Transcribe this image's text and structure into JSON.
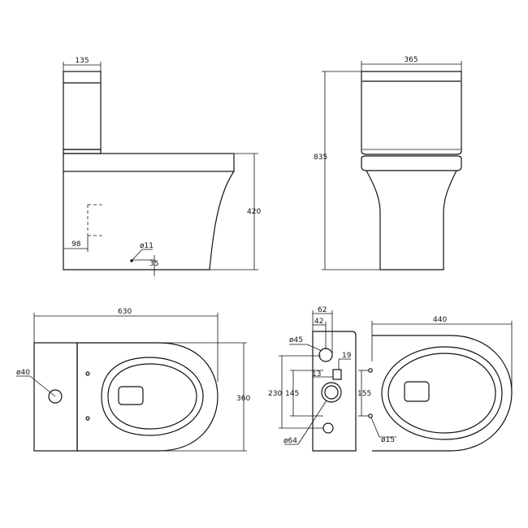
{
  "labels": {
    "side_tank_width": "135",
    "side_pan_height": "420",
    "side_outlet_offset": "98",
    "side_fixing_hole": "ø11",
    "side_fixing_offset": "35",
    "front_tank_width": "365",
    "front_total_height": "835",
    "top_length": "630",
    "top_width": "360",
    "top_cistern_hole": "ø40",
    "back_width_a": "62",
    "back_width_b": "42",
    "back_inlet_hole": "ø45",
    "back_small_offset": "19",
    "back_small_offset_b": "13",
    "back_height_a": "230",
    "back_height_b": "145",
    "back_outlet_hole": "ø64",
    "pan_top_width": "440",
    "pan_fixing_spacing": "155",
    "pan_fixing_hole": "ø15"
  }
}
